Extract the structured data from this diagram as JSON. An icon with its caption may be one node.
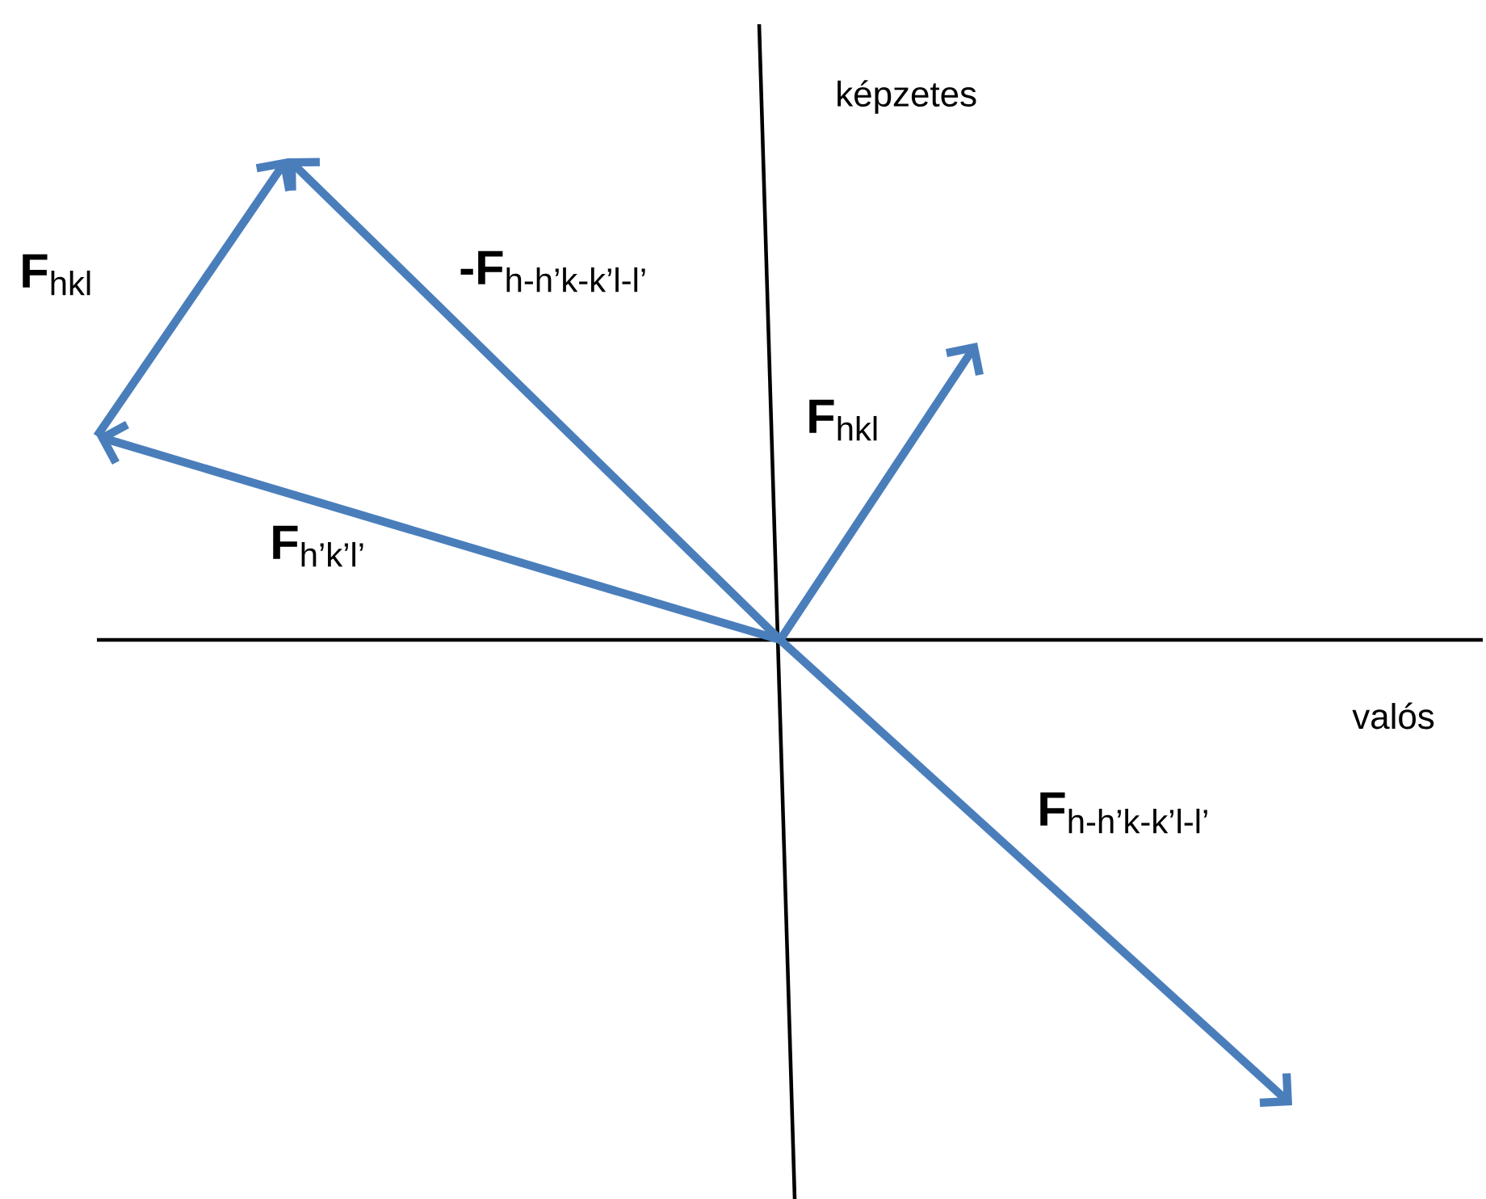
{
  "diagram": {
    "labels": [
      "képzetes",
      "**F**$_{hkl}$",
      "**-F**$_{h-h’k-k’l-l’}$",
      "**F**$_{hkl}$",
      "**F**$_{h’k’l’}$",
      "valós",
      "**F**$_{h-h’k-k’l-l’}$"
    ]
  }
}
